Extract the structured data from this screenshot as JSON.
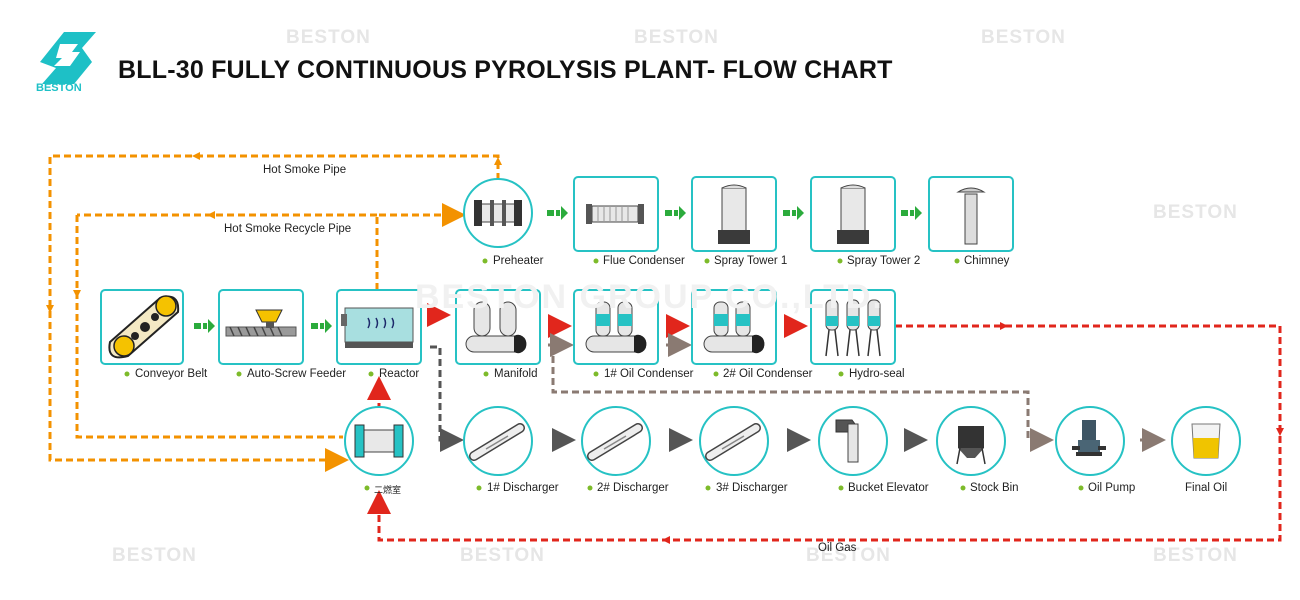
{
  "title": "BLL-30 FULLY CONTINUOUS PYROLYSIS PLANT- FLOW CHART",
  "logo": {
    "brand": "BESTON",
    "color": "#1ec0c6"
  },
  "watermark": {
    "brand": "BESTON",
    "center_text": "BESTON GROUP CO.,LTD."
  },
  "colors": {
    "accent": "#1ec0c6",
    "hot_smoke": "#f39200",
    "oil_gas": "#e1261c",
    "oil": "#8a7a72",
    "solid": "#555555",
    "flow_arrow": "#2bab3c"
  },
  "pipes": {
    "hot_smoke": "Hot Smoke Pipe",
    "hot_smoke_recycle": "Hot Smoke Recycle Pipe",
    "oil_gas": "Oil Gas"
  },
  "equipment": [
    {
      "id": "conveyor",
      "label": "Conveyor Belt"
    },
    {
      "id": "feeder",
      "label": "Auto-Screw Feeder"
    },
    {
      "id": "reactor",
      "label": "Reactor"
    },
    {
      "id": "preheater",
      "label": "Preheater"
    },
    {
      "id": "flue_condenser",
      "label": "Flue Condenser"
    },
    {
      "id": "spray1",
      "label": "Spray Tower 1"
    },
    {
      "id": "spray2",
      "label": "Spray Tower 2"
    },
    {
      "id": "chimney",
      "label": "Chimney"
    },
    {
      "id": "manifold",
      "label": "Manifold"
    },
    {
      "id": "condenser1",
      "label": "1# Oil Condenser"
    },
    {
      "id": "condenser2",
      "label": "2# Oil Condenser"
    },
    {
      "id": "hydroseal",
      "label": "Hydro-seal"
    },
    {
      "id": "burner",
      "label": "二燃室"
    },
    {
      "id": "discharger1",
      "label": "1# Discharger"
    },
    {
      "id": "discharger2",
      "label": "2# Discharger"
    },
    {
      "id": "discharger3",
      "label": "3# Discharger"
    },
    {
      "id": "elevator",
      "label": "Bucket Elevator"
    },
    {
      "id": "stockbin",
      "label": "Stock Bin"
    },
    {
      "id": "oilpump",
      "label": "Oil Pump"
    },
    {
      "id": "finaloil",
      "label": "Final Oil"
    }
  ]
}
